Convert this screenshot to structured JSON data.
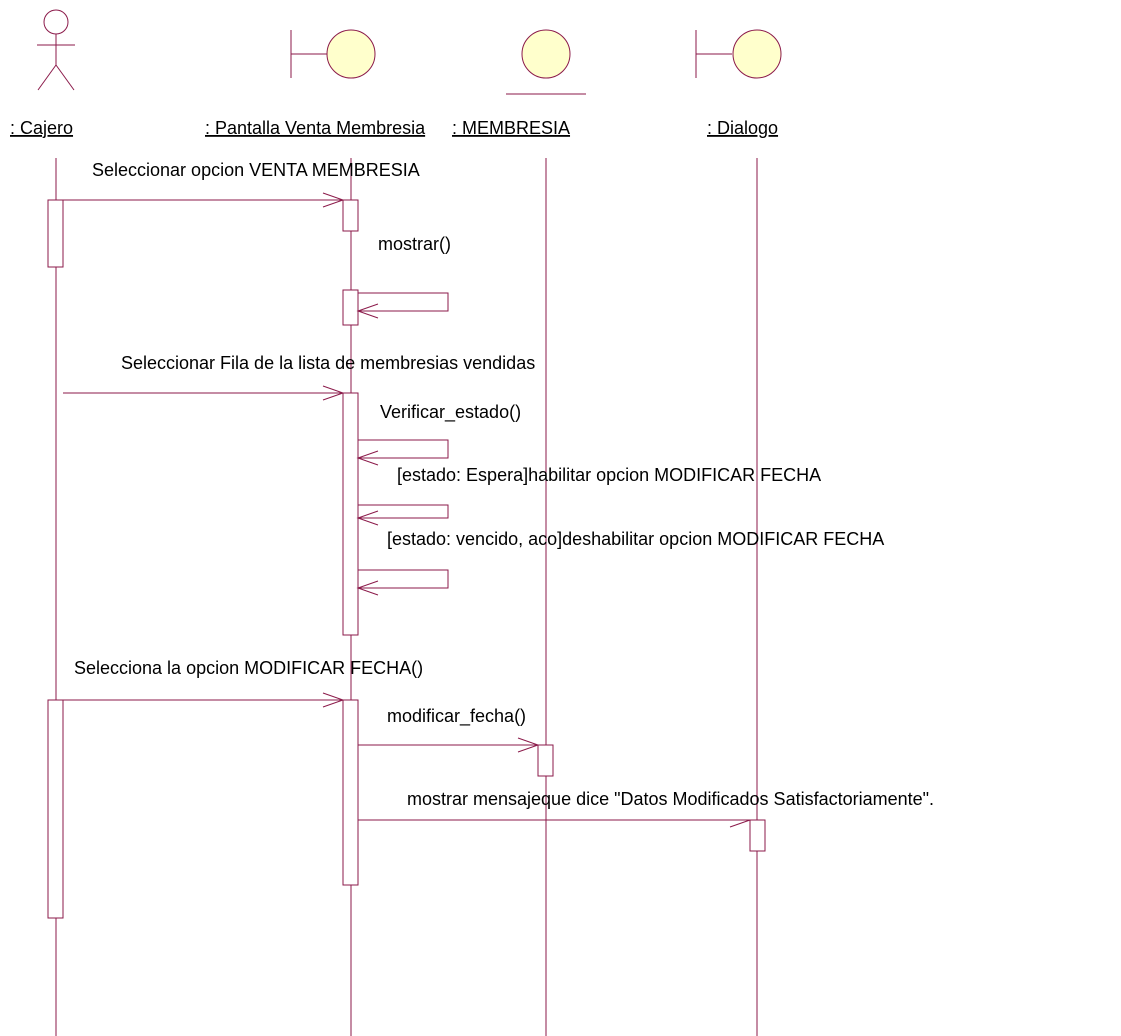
{
  "colors": {
    "line": "#8b1a4a",
    "fill": "#ffffcc",
    "text": "#000000"
  },
  "participants": [
    {
      "id": "cajero",
      "kind": "actor",
      "icon": "actor-icon",
      "label": ": Cajero"
    },
    {
      "id": "pantalla",
      "kind": "boundary",
      "icon": "boundary-icon",
      "label": ": Pantalla Venta Membresia"
    },
    {
      "id": "membresia",
      "kind": "entity",
      "icon": "entity-icon",
      "label": ": MEMBRESIA"
    },
    {
      "id": "dialogo",
      "kind": "boundary",
      "icon": "boundary-icon",
      "label": ": Dialogo"
    }
  ],
  "messages": [
    {
      "id": "m1",
      "from": "cajero",
      "to": "pantalla",
      "text": "Seleccionar opcion VENTA MEMBRESIA"
    },
    {
      "id": "m2",
      "from": "pantalla",
      "to": "pantalla",
      "text": "mostrar()"
    },
    {
      "id": "m3",
      "from": "cajero",
      "to": "pantalla",
      "text": "Seleccionar Fila de la lista de membresias vendidas"
    },
    {
      "id": "m4",
      "from": "pantalla",
      "to": "pantalla",
      "text": "Verificar_estado()"
    },
    {
      "id": "m5",
      "from": "pantalla",
      "to": "pantalla",
      "text": "[estado: Espera]habilitar opcion MODIFICAR FECHA"
    },
    {
      "id": "m6",
      "from": "pantalla",
      "to": "pantalla",
      "text": "[estado: vencido, aco]deshabilitar opcion MODIFICAR FECHA"
    },
    {
      "id": "m7",
      "from": "cajero",
      "to": "pantalla",
      "text": "Selecciona la opcion MODIFICAR FECHA()"
    },
    {
      "id": "m8",
      "from": "pantalla",
      "to": "membresia",
      "text": "modificar_fecha()"
    },
    {
      "id": "m9",
      "from": "pantalla",
      "to": "dialogo",
      "text": "mostrar mensajeque dice \"Datos Modificados  Satisfactoriamente\"."
    }
  ]
}
